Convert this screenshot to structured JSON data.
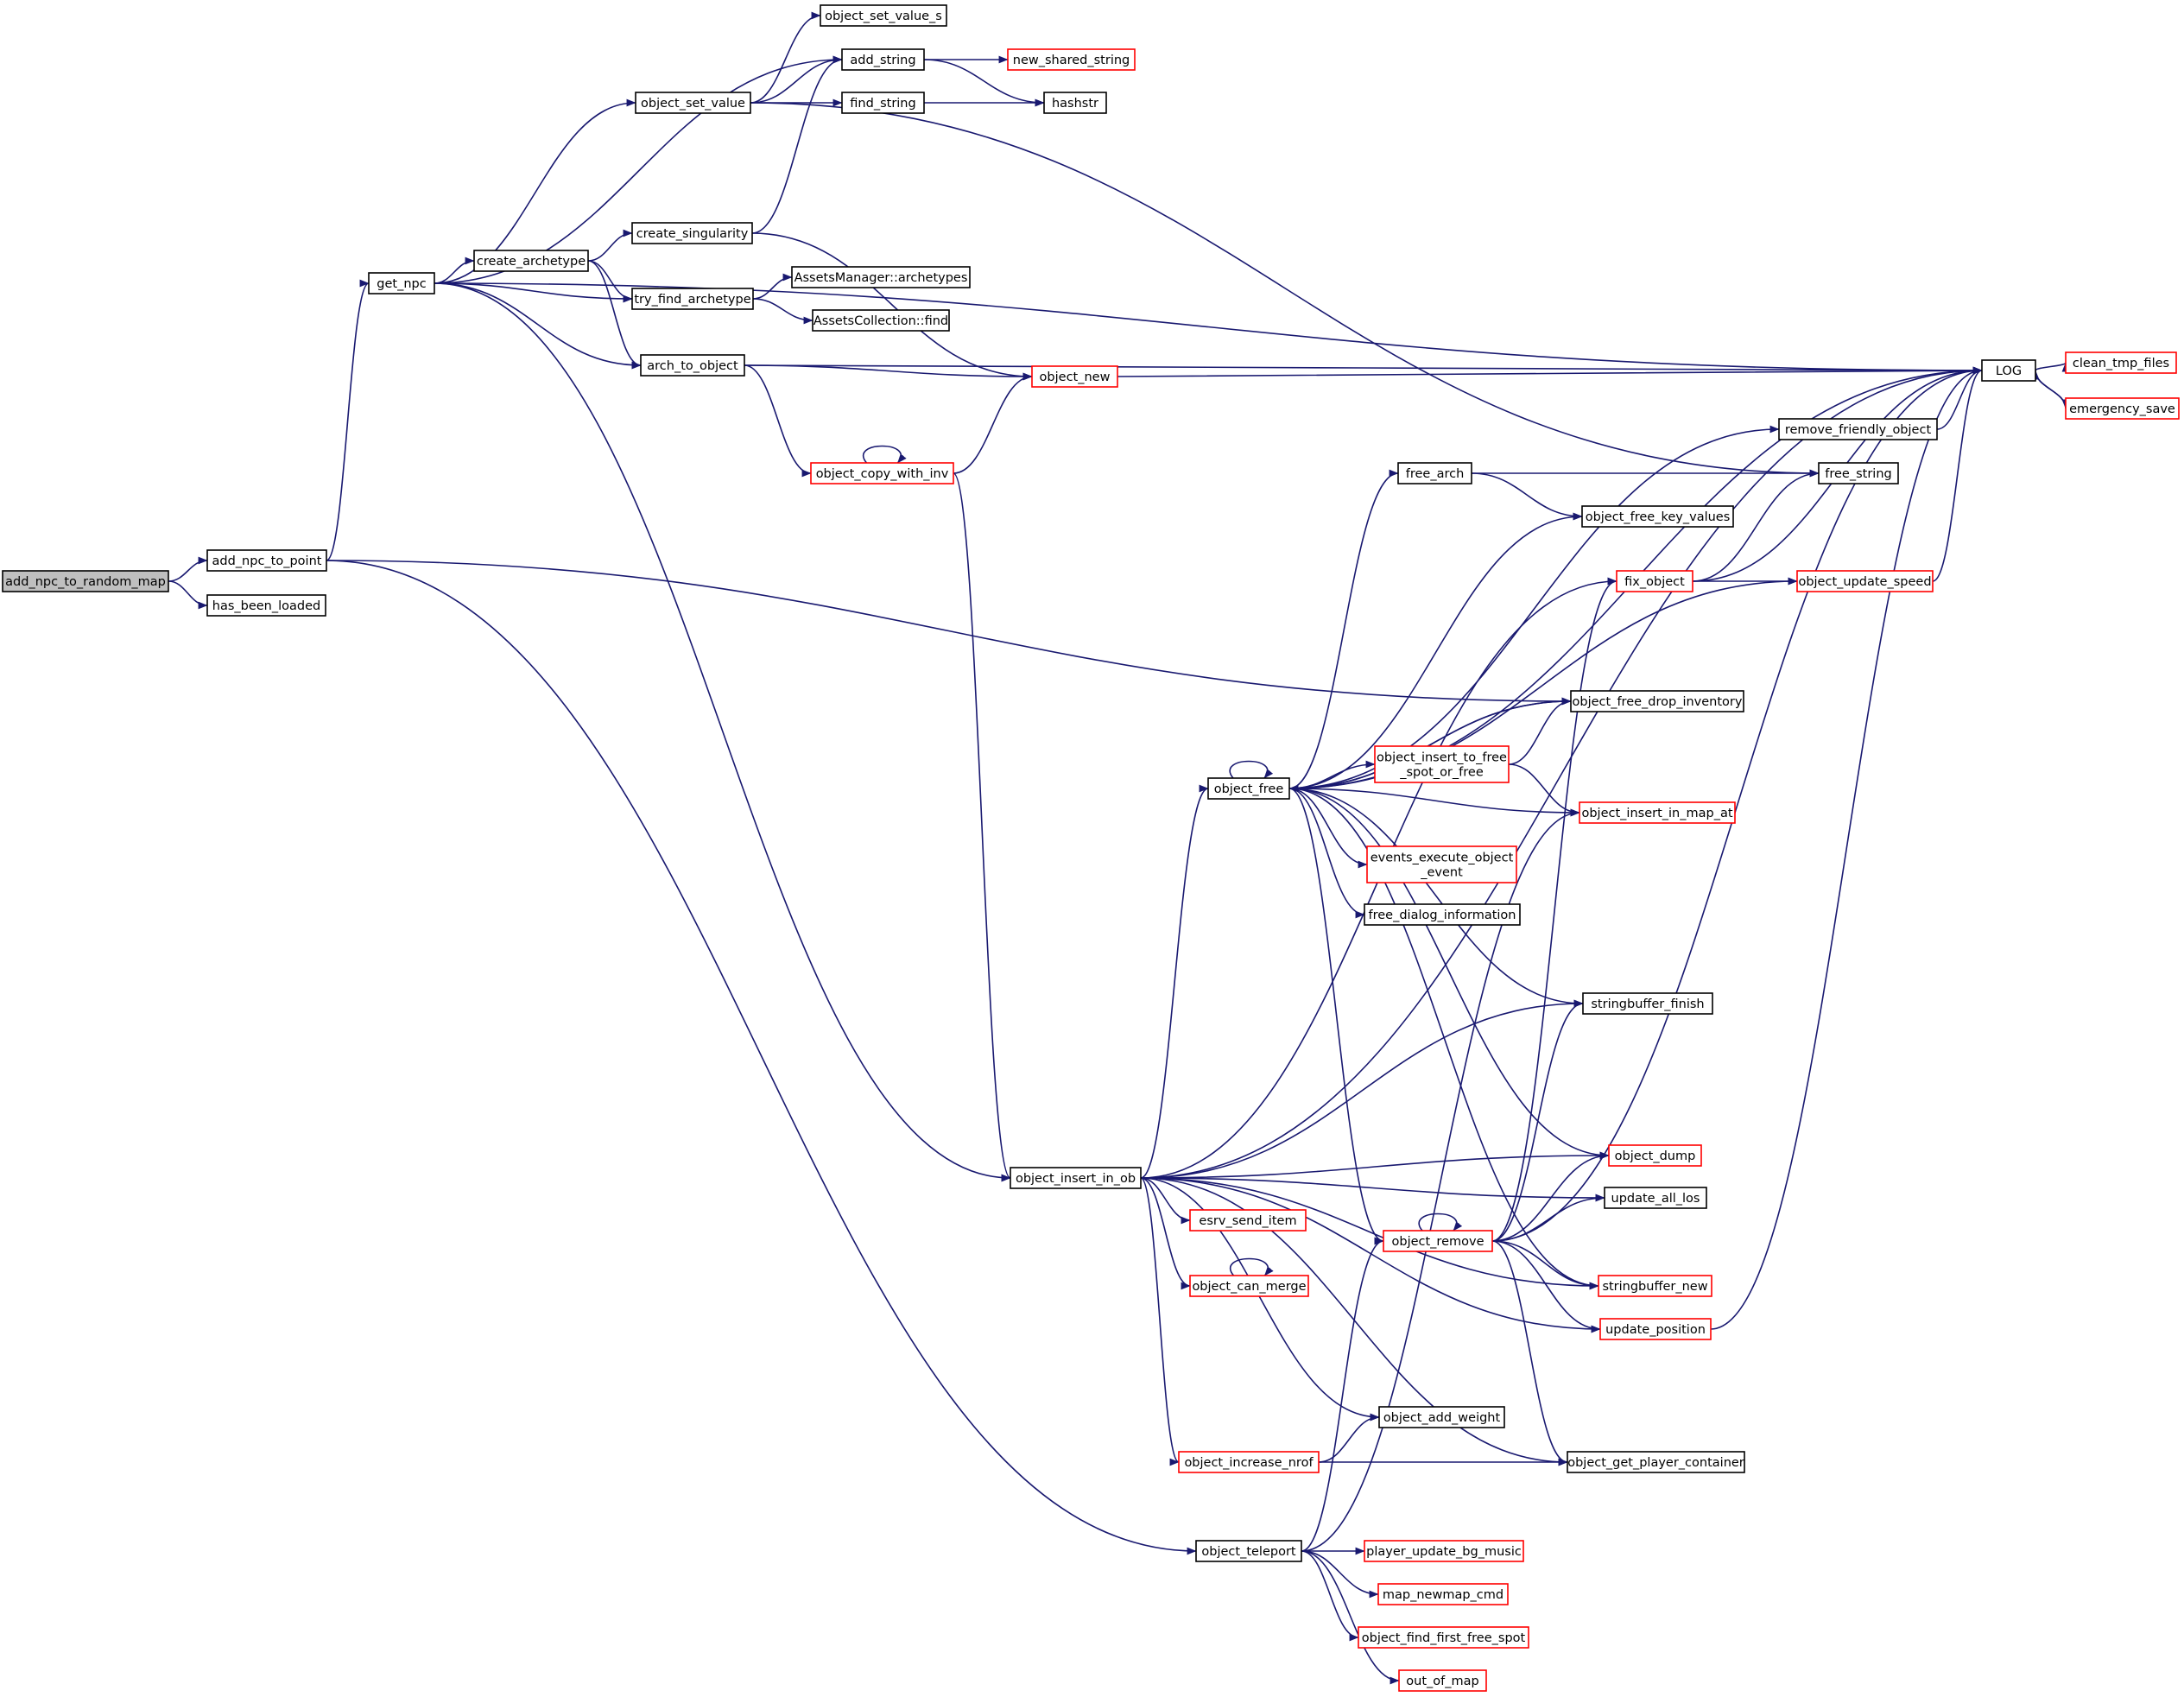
{
  "colors": {
    "edge": "#191970",
    "box_normal": "#000000",
    "box_truncated": "#ff0000",
    "root_fill": "#bfbfbf",
    "background": "#ffffff"
  },
  "nodes": [
    {
      "id": "add_npc_to_random_map",
      "label": "add_npc_to_random_map",
      "style": "root"
    },
    {
      "id": "add_npc_to_point",
      "label": "add_npc_to_point",
      "style": "normal"
    },
    {
      "id": "has_been_loaded",
      "label": "has_been_loaded",
      "style": "normal"
    },
    {
      "id": "get_npc",
      "label": "get_npc",
      "style": "normal"
    },
    {
      "id": "object_set_value_s",
      "label": "object_set_value_s",
      "style": "normal"
    },
    {
      "id": "add_string",
      "label": "add_string",
      "style": "normal"
    },
    {
      "id": "new_shared_string",
      "label": "new_shared_string",
      "style": "truncated"
    },
    {
      "id": "object_set_value",
      "label": "object_set_value",
      "style": "normal"
    },
    {
      "id": "find_string",
      "label": "find_string",
      "style": "normal"
    },
    {
      "id": "hashstr",
      "label": "hashstr",
      "style": "normal"
    },
    {
      "id": "create_singularity",
      "label": "create_singularity",
      "style": "normal"
    },
    {
      "id": "create_archetype",
      "label": "create_archetype",
      "style": "normal"
    },
    {
      "id": "assets_archetypes",
      "label": "AssetsManager::archetypes",
      "style": "normal"
    },
    {
      "id": "try_find_archetype",
      "label": "try_find_archetype",
      "style": "normal"
    },
    {
      "id": "assets_find",
      "label": "AssetsCollection::find",
      "style": "normal"
    },
    {
      "id": "arch_to_object",
      "label": "arch_to_object",
      "style": "normal"
    },
    {
      "id": "object_new",
      "label": "object_new",
      "style": "truncated"
    },
    {
      "id": "object_copy_with_inv",
      "label": "object_copy_with_inv",
      "style": "truncated"
    },
    {
      "id": "LOG",
      "label": "LOG",
      "style": "normal"
    },
    {
      "id": "clean_tmp_files",
      "label": "clean_tmp_files",
      "style": "truncated"
    },
    {
      "id": "emergency_save",
      "label": "emergency_save",
      "style": "truncated"
    },
    {
      "id": "remove_friendly_object",
      "label": "remove_friendly_object",
      "style": "normal"
    },
    {
      "id": "free_arch",
      "label": "free_arch",
      "style": "normal"
    },
    {
      "id": "free_string",
      "label": "free_string",
      "style": "normal"
    },
    {
      "id": "object_free_key_values",
      "label": "object_free_key_values",
      "style": "normal"
    },
    {
      "id": "fix_object",
      "label": "fix_object",
      "style": "truncated"
    },
    {
      "id": "object_update_speed",
      "label": "object_update_speed",
      "style": "truncated"
    },
    {
      "id": "object_free_drop_inventory",
      "label": "object_free_drop_inventory",
      "style": "normal"
    },
    {
      "id": "object_insert_to_free_spot_or_free",
      "label": "object_insert_to_free\n_spot_or_free",
      "style": "truncated"
    },
    {
      "id": "object_free",
      "label": "object_free",
      "style": "normal"
    },
    {
      "id": "object_insert_in_map_at",
      "label": "object_insert_in_map_at",
      "style": "truncated"
    },
    {
      "id": "events_execute_object_event",
      "label": "events_execute_object\n_event",
      "style": "truncated"
    },
    {
      "id": "free_dialog_information",
      "label": "free_dialog_information",
      "style": "normal"
    },
    {
      "id": "stringbuffer_finish",
      "label": "stringbuffer_finish",
      "style": "normal"
    },
    {
      "id": "object_dump",
      "label": "object_dump",
      "style": "truncated"
    },
    {
      "id": "object_insert_in_ob",
      "label": "object_insert_in_ob",
      "style": "normal"
    },
    {
      "id": "update_all_los",
      "label": "update_all_los",
      "style": "normal"
    },
    {
      "id": "esrv_send_item",
      "label": "esrv_send_item",
      "style": "truncated"
    },
    {
      "id": "object_remove",
      "label": "object_remove",
      "style": "truncated"
    },
    {
      "id": "object_can_merge",
      "label": "object_can_merge",
      "style": "truncated"
    },
    {
      "id": "stringbuffer_new",
      "label": "stringbuffer_new",
      "style": "truncated"
    },
    {
      "id": "update_position",
      "label": "update_position",
      "style": "truncated"
    },
    {
      "id": "object_add_weight",
      "label": "object_add_weight",
      "style": "normal"
    },
    {
      "id": "object_increase_nrof",
      "label": "object_increase_nrof",
      "style": "truncated"
    },
    {
      "id": "object_get_player_container",
      "label": "object_get_player_container",
      "style": "normal"
    },
    {
      "id": "object_teleport",
      "label": "object_teleport",
      "style": "normal"
    },
    {
      "id": "player_update_bg_music",
      "label": "player_update_bg_music",
      "style": "truncated"
    },
    {
      "id": "map_newmap_cmd",
      "label": "map_newmap_cmd",
      "style": "truncated"
    },
    {
      "id": "object_find_first_free_spot",
      "label": "object_find_first_free_spot",
      "style": "truncated"
    },
    {
      "id": "out_of_map",
      "label": "out_of_map",
      "style": "truncated"
    }
  ],
  "edges": [
    [
      "add_npc_to_random_map",
      "add_npc_to_point"
    ],
    [
      "add_npc_to_random_map",
      "has_been_loaded"
    ],
    [
      "add_npc_to_point",
      "get_npc"
    ],
    [
      "add_npc_to_point",
      "object_free_drop_inventory"
    ],
    [
      "add_npc_to_point",
      "object_teleport"
    ],
    [
      "get_npc",
      "add_string"
    ],
    [
      "get_npc",
      "object_set_value"
    ],
    [
      "get_npc",
      "LOG"
    ],
    [
      "get_npc",
      "create_archetype"
    ],
    [
      "get_npc",
      "try_find_archetype"
    ],
    [
      "get_npc",
      "arch_to_object"
    ],
    [
      "get_npc",
      "object_insert_in_ob"
    ],
    [
      "object_set_value",
      "object_set_value_s"
    ],
    [
      "object_set_value",
      "add_string"
    ],
    [
      "object_set_value",
      "find_string"
    ],
    [
      "object_set_value",
      "free_string"
    ],
    [
      "add_string",
      "new_shared_string"
    ],
    [
      "add_string",
      "hashstr"
    ],
    [
      "find_string",
      "hashstr"
    ],
    [
      "create_archetype",
      "create_singularity"
    ],
    [
      "create_archetype",
      "try_find_archetype"
    ],
    [
      "create_archetype",
      "arch_to_object"
    ],
    [
      "create_singularity",
      "add_string"
    ],
    [
      "create_singularity",
      "object_new"
    ],
    [
      "try_find_archetype",
      "assets_archetypes"
    ],
    [
      "try_find_archetype",
      "assets_find"
    ],
    [
      "arch_to_object",
      "LOG"
    ],
    [
      "arch_to_object",
      "object_new"
    ],
    [
      "arch_to_object",
      "object_copy_with_inv"
    ],
    [
      "object_new",
      "LOG"
    ],
    [
      "object_copy_with_inv",
      "object_new"
    ],
    [
      "object_copy_with_inv",
      "object_copy_with_inv"
    ],
    [
      "object_copy_with_inv",
      "object_insert_in_ob"
    ],
    [
      "LOG",
      "clean_tmp_files"
    ],
    [
      "LOG",
      "emergency_save"
    ],
    [
      "emergency_save",
      "LOG"
    ],
    [
      "remove_friendly_object",
      "LOG"
    ],
    [
      "free_arch",
      "free_string"
    ],
    [
      "free_arch",
      "object_free_key_values"
    ],
    [
      "fix_object",
      "free_string"
    ],
    [
      "fix_object",
      "object_update_speed"
    ],
    [
      "fix_object",
      "LOG"
    ],
    [
      "object_update_speed",
      "LOG"
    ],
    [
      "object_free_drop_inventory",
      "object_free"
    ],
    [
      "object_insert_to_free_spot_or_free",
      "object_free_drop_inventory"
    ],
    [
      "object_insert_to_free_spot_or_free",
      "object_insert_in_map_at"
    ],
    [
      "object_free",
      "object_free"
    ],
    [
      "object_free",
      "LOG"
    ],
    [
      "object_free",
      "remove_friendly_object"
    ],
    [
      "object_free",
      "free_arch"
    ],
    [
      "object_free",
      "object_free_key_values"
    ],
    [
      "object_free",
      "object_update_speed"
    ],
    [
      "object_free",
      "object_free_drop_inventory"
    ],
    [
      "object_free",
      "object_insert_to_free_spot_or_free"
    ],
    [
      "object_free",
      "object_insert_in_map_at"
    ],
    [
      "object_free",
      "events_execute_object_event"
    ],
    [
      "object_free",
      "free_dialog_information"
    ],
    [
      "object_free",
      "stringbuffer_finish"
    ],
    [
      "object_free",
      "object_dump"
    ],
    [
      "object_free",
      "object_remove"
    ],
    [
      "object_free",
      "stringbuffer_new"
    ],
    [
      "object_insert_in_ob",
      "LOG"
    ],
    [
      "object_insert_in_ob",
      "fix_object"
    ],
    [
      "object_insert_in_ob",
      "object_free"
    ],
    [
      "object_insert_in_ob",
      "stringbuffer_finish"
    ],
    [
      "object_insert_in_ob",
      "object_dump"
    ],
    [
      "object_insert_in_ob",
      "update_all_los"
    ],
    [
      "object_insert_in_ob",
      "esrv_send_item"
    ],
    [
      "object_insert_in_ob",
      "object_can_merge"
    ],
    [
      "object_insert_in_ob",
      "stringbuffer_new"
    ],
    [
      "object_insert_in_ob",
      "update_position"
    ],
    [
      "object_insert_in_ob",
      "object_add_weight"
    ],
    [
      "object_insert_in_ob",
      "object_increase_nrof"
    ],
    [
      "object_insert_in_ob",
      "object_get_player_container"
    ],
    [
      "object_can_merge",
      "object_can_merge"
    ],
    [
      "object_remove",
      "object_remove"
    ],
    [
      "object_remove",
      "fix_object"
    ],
    [
      "object_remove",
      "stringbuffer_finish"
    ],
    [
      "object_remove",
      "object_dump"
    ],
    [
      "object_remove",
      "update_all_los"
    ],
    [
      "object_remove",
      "LOG"
    ],
    [
      "object_remove",
      "stringbuffer_new"
    ],
    [
      "object_remove",
      "update_position"
    ],
    [
      "object_remove",
      "object_get_player_container"
    ],
    [
      "update_position",
      "LOG"
    ],
    [
      "object_increase_nrof",
      "object_add_weight"
    ],
    [
      "object_increase_nrof",
      "object_get_player_container"
    ],
    [
      "object_teleport",
      "object_insert_in_map_at"
    ],
    [
      "object_teleport",
      "object_remove"
    ],
    [
      "object_teleport",
      "player_update_bg_music"
    ],
    [
      "object_teleport",
      "map_newmap_cmd"
    ],
    [
      "object_teleport",
      "object_find_first_free_spot"
    ],
    [
      "object_teleport",
      "out_of_map"
    ]
  ]
}
